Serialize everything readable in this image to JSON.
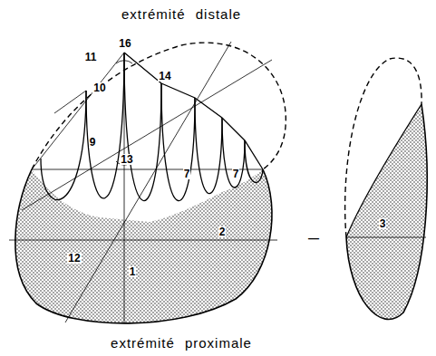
{
  "diagram": {
    "labels": [
      "extrémité distale",
      "16",
      "11",
      "10",
      "14",
      "9",
      "13",
      "7",
      "7",
      "2",
      "12",
      "1",
      "—",
      "3",
      "extrémité proximale"
    ]
  }
}
